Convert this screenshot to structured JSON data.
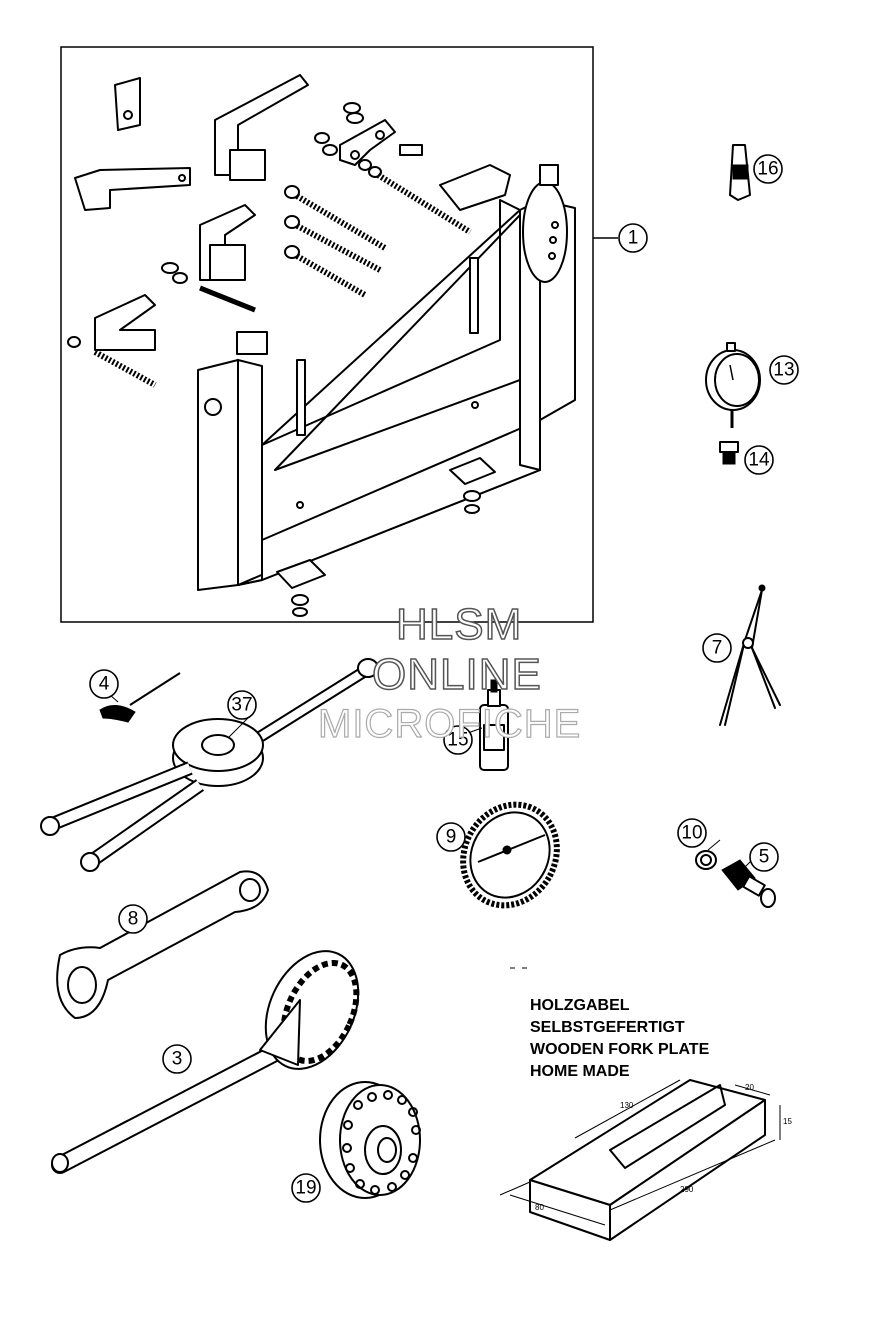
{
  "callouts": [
    {
      "id": "c1",
      "label": "1"
    },
    {
      "id": "c3",
      "label": "3"
    },
    {
      "id": "c4",
      "label": "4"
    },
    {
      "id": "c5",
      "label": "5"
    },
    {
      "id": "c7",
      "label": "7"
    },
    {
      "id": "c8",
      "label": "8"
    },
    {
      "id": "c9",
      "label": "9"
    },
    {
      "id": "c10",
      "label": "10"
    },
    {
      "id": "c13",
      "label": "13"
    },
    {
      "id": "c14",
      "label": "14"
    },
    {
      "id": "c15",
      "label": "15"
    },
    {
      "id": "c16",
      "label": "16"
    },
    {
      "id": "c19",
      "label": "19"
    },
    {
      "id": "c37",
      "label": "37"
    }
  ],
  "note": {
    "line1": "HOLZGABEL",
    "line2": "SELBSTGEFERTIGT",
    "line3": "WOODEN FORK PLATE",
    "line4": "HOME MADE"
  },
  "dimensions": {
    "d130": "130",
    "d20": "20",
    "d15": "15",
    "d290": "290",
    "d80": "80"
  },
  "watermark": {
    "line1": "HLSM",
    "line2": "ONLINE",
    "line3": "MICROFICHE"
  }
}
